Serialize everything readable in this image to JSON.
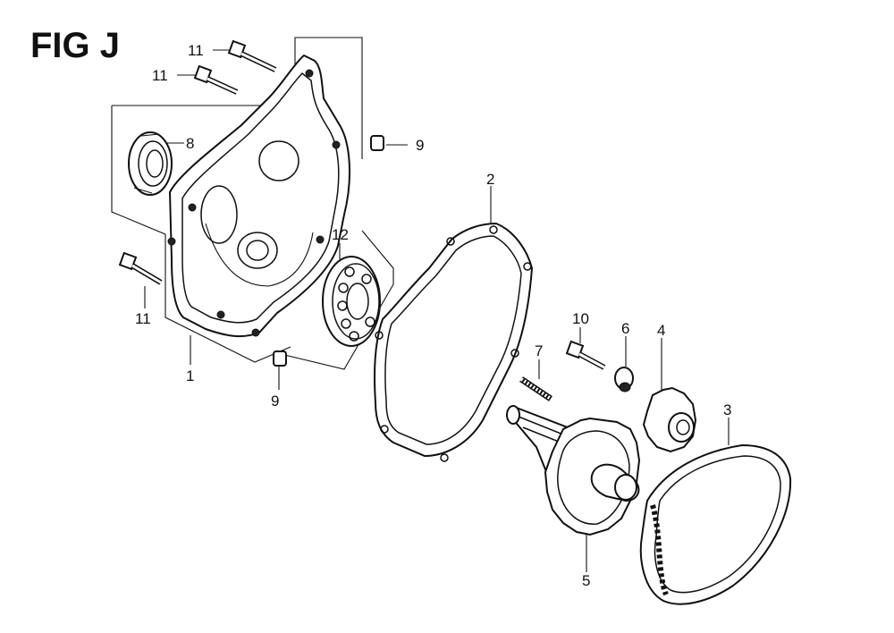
{
  "figure": {
    "title": "FIG J"
  },
  "callouts": {
    "c1": "1",
    "c2": "2",
    "c3": "3",
    "c4": "4",
    "c5": "5",
    "c6": "6",
    "c7": "7",
    "c8": "8",
    "c9a": "9",
    "c9b": "9",
    "c10": "10",
    "c11a": "11",
    "c11b": "11",
    "c11c": "11",
    "c12": "12"
  }
}
